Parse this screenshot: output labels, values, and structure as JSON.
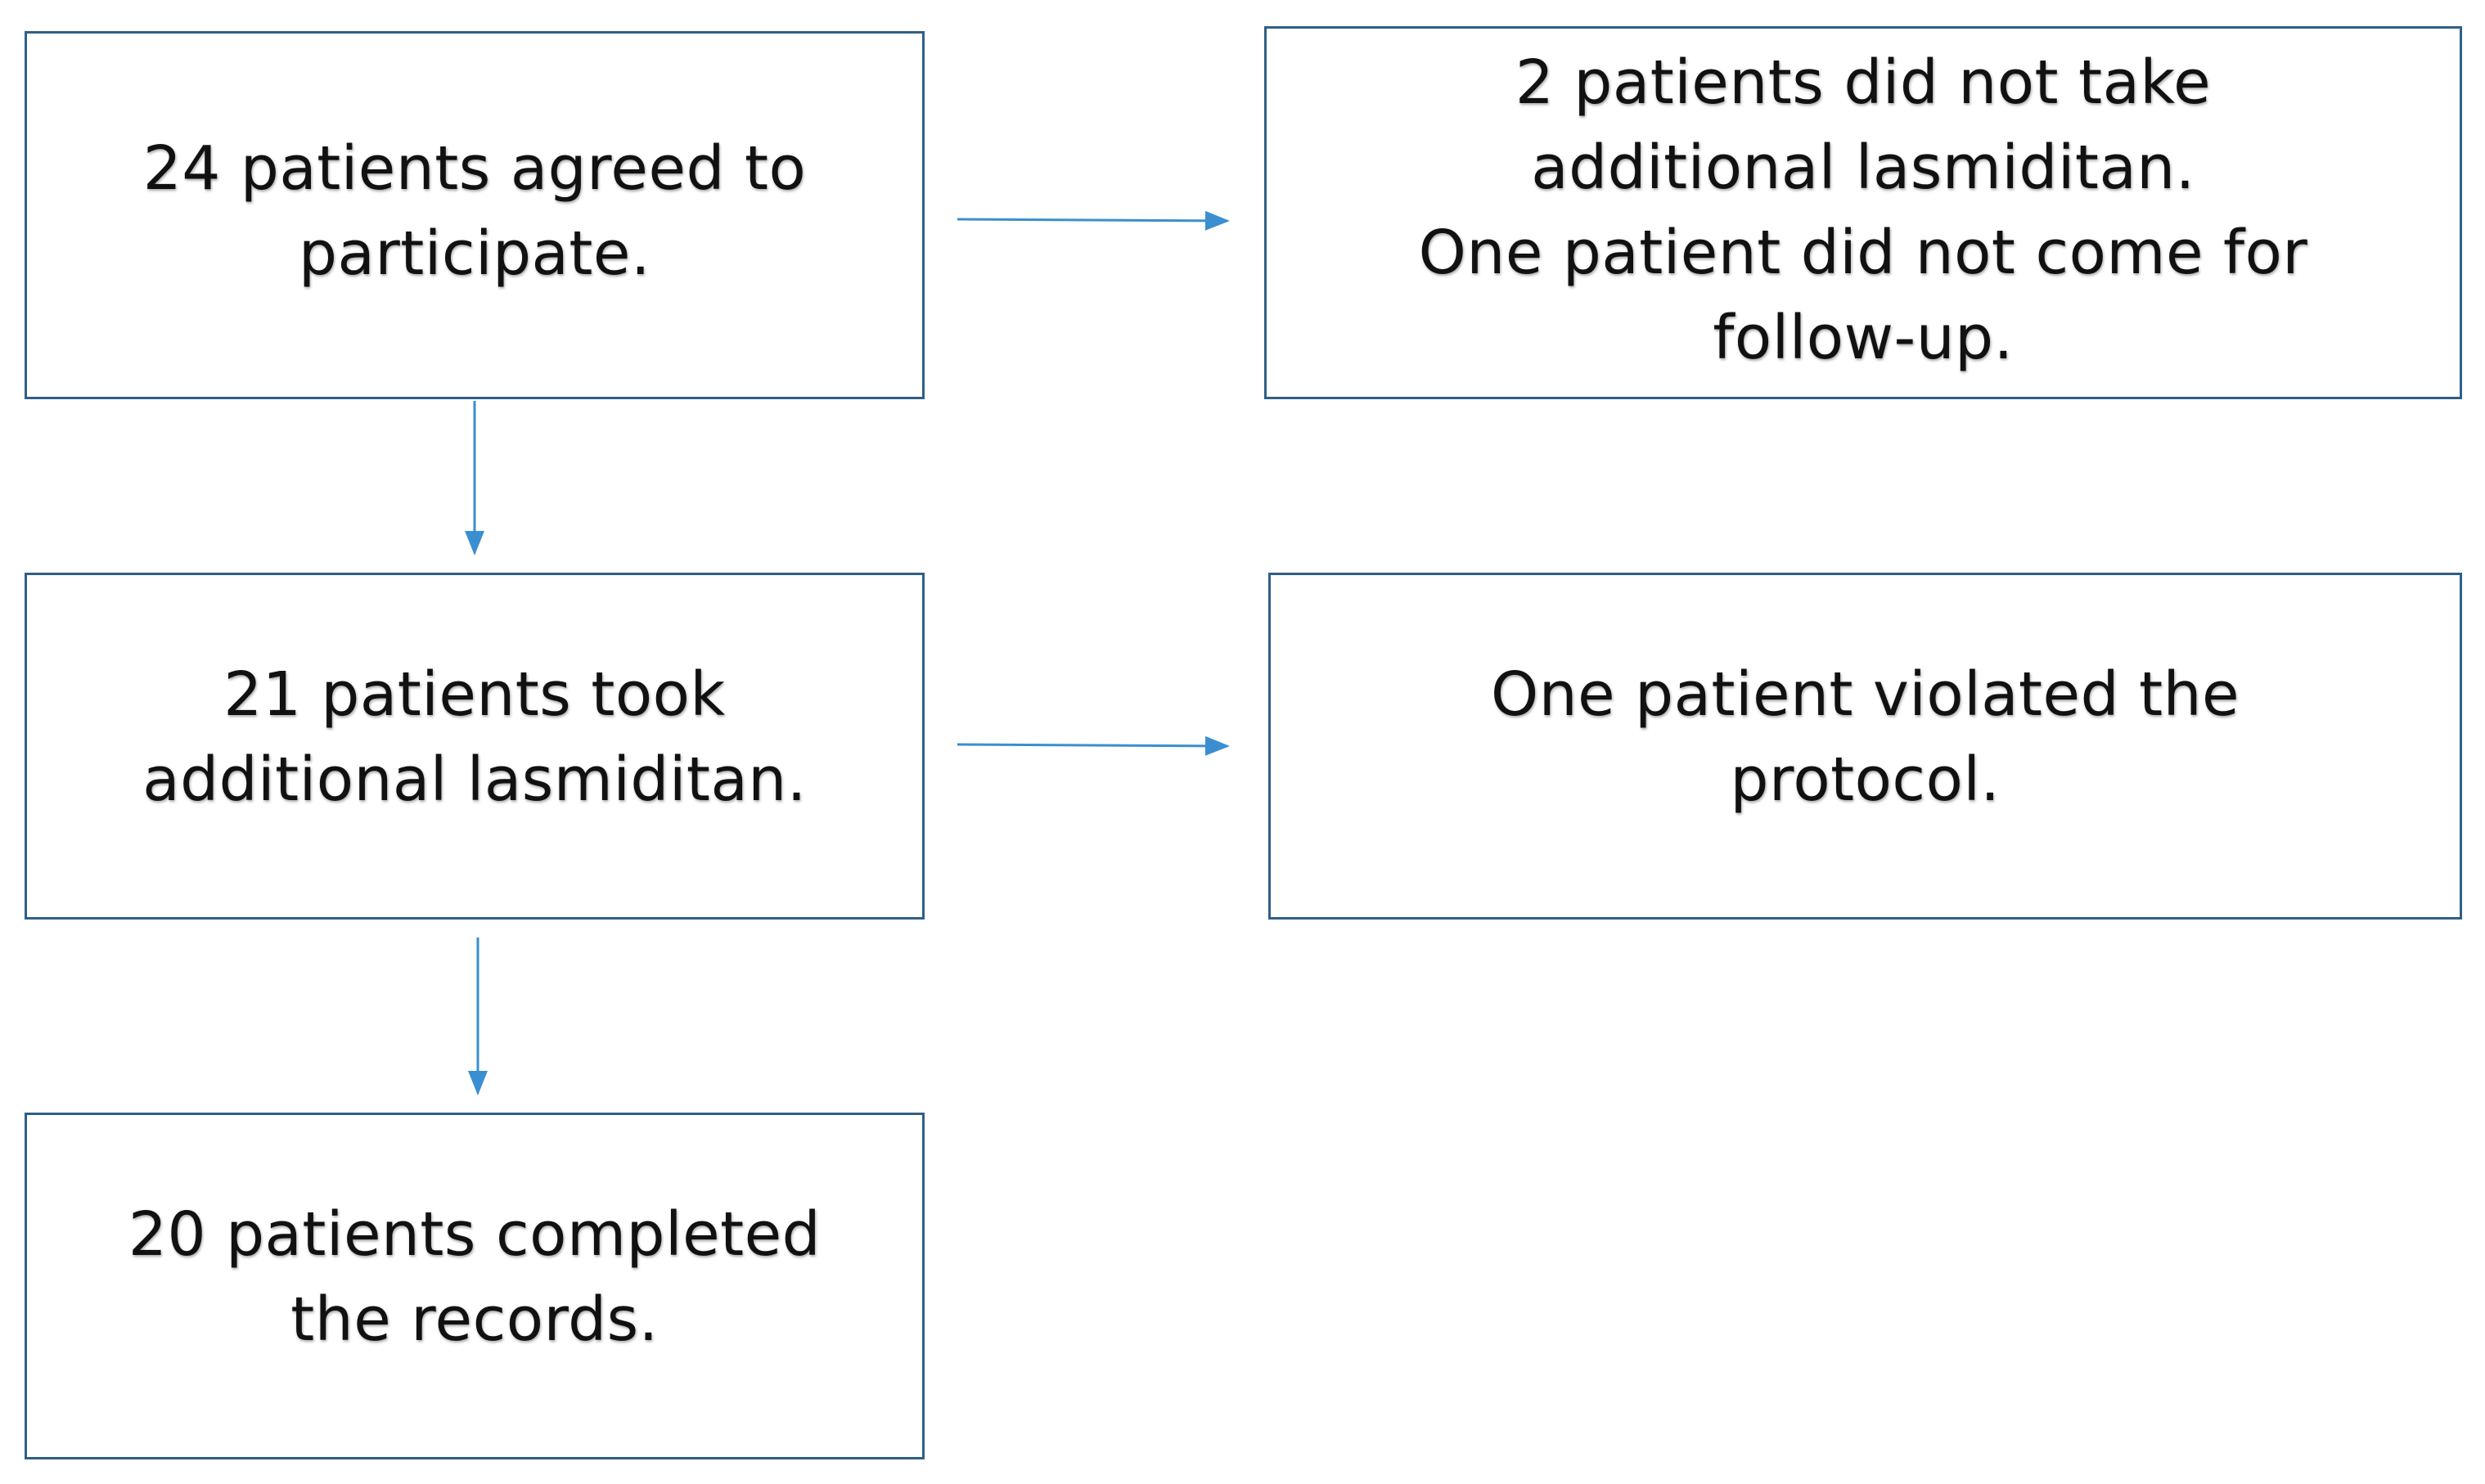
{
  "flowchart": {
    "boxes": {
      "agreed": "24 patients agreed to\nparticipate.",
      "excluded_first": "2 patients did not take\nadditional lasmiditan.\nOne patient did not come for\nfollow-up.",
      "took": "21 patients took\nadditional lasmiditan.",
      "violated": "One patient violated the\nprotocol.",
      "completed": "20 patients completed\nthe records."
    },
    "colors": {
      "box_border": "#2f5f87",
      "arrow": "#3a8fd0",
      "text": "#111111"
    }
  }
}
